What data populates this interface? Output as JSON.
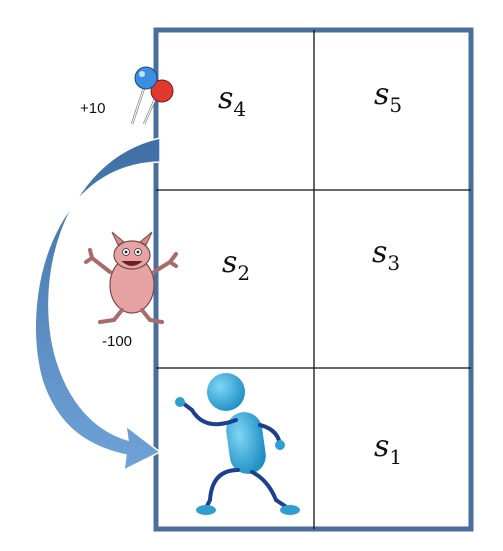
{
  "grid": {
    "cells": [
      {
        "id": "s4",
        "letter": "s",
        "sub": "4"
      },
      {
        "id": "s5",
        "letter": "s",
        "sub": "5"
      },
      {
        "id": "s2",
        "letter": "s",
        "sub": "2"
      },
      {
        "id": "s3",
        "letter": "s",
        "sub": "3"
      },
      {
        "id": "s1",
        "letter": "s",
        "sub": "1"
      }
    ]
  },
  "rewards": {
    "goal": "+10",
    "monster": "-100"
  },
  "icons": {
    "goal": "pushpin-icon",
    "monster": "monster-icon",
    "agent": "running-agent-icon",
    "arrow": "curved-arrow-icon"
  },
  "colors": {
    "border": "#4a6f9c",
    "arrow_light": "#6fa3d8",
    "arrow_dark": "#3f6fa4",
    "agent": "#2f9fd0",
    "agent_limbs": "#1c3f90",
    "monster": "#e6a3a3"
  }
}
